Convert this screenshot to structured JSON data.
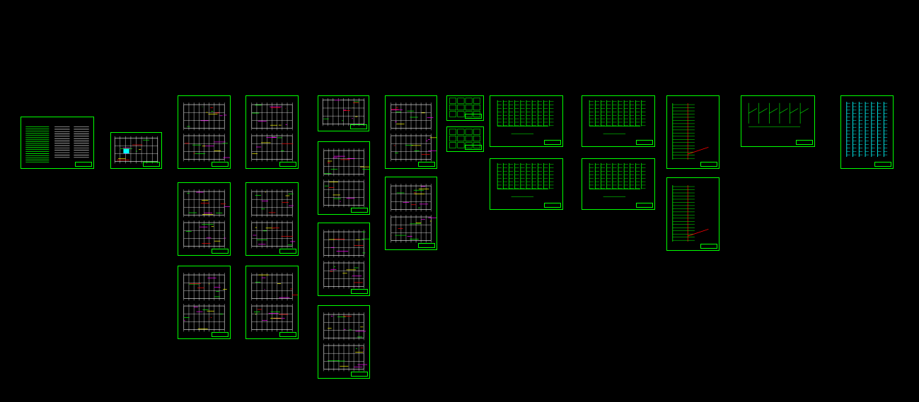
{
  "app": {
    "background": "#000000"
  },
  "colors": {
    "frame": "#00ff00",
    "line": "#ffffff",
    "accent1": "#ff00ff",
    "accent2": "#ff0000",
    "accent3": "#ffff00",
    "accent4": "#00ffff"
  },
  "sheets": [
    {
      "id": "s01",
      "kind": "notes"
    },
    {
      "id": "s02",
      "kind": "site-plan"
    },
    {
      "id": "s03",
      "kind": "floor-plan-double"
    },
    {
      "id": "s04",
      "kind": "floor-plan-double"
    },
    {
      "id": "s05",
      "kind": "floor-plan-double"
    },
    {
      "id": "s06",
      "kind": "floor-plan-double"
    },
    {
      "id": "s07",
      "kind": "floor-plan-double"
    },
    {
      "id": "s08",
      "kind": "floor-plan-double"
    },
    {
      "id": "s09",
      "kind": "floor-plan-single"
    },
    {
      "id": "s10",
      "kind": "floor-plan-double"
    },
    {
      "id": "s11",
      "kind": "floor-plan-double"
    },
    {
      "id": "s12",
      "kind": "floor-plan-double"
    },
    {
      "id": "s13",
      "kind": "floor-plan-double"
    },
    {
      "id": "s14",
      "kind": "floor-plan-double"
    },
    {
      "id": "s15",
      "kind": "detail-grid"
    },
    {
      "id": "s16",
      "kind": "detail-grid"
    },
    {
      "id": "s17",
      "kind": "riser-diagram"
    },
    {
      "id": "s18",
      "kind": "riser-diagram"
    },
    {
      "id": "s19",
      "kind": "riser-diagram"
    },
    {
      "id": "s20",
      "kind": "riser-diagram"
    },
    {
      "id": "s21",
      "kind": "riser-tall"
    },
    {
      "id": "s22",
      "kind": "riser-tall"
    },
    {
      "id": "s23",
      "kind": "system-diagram"
    },
    {
      "id": "s24",
      "kind": "riser-cyan"
    }
  ]
}
